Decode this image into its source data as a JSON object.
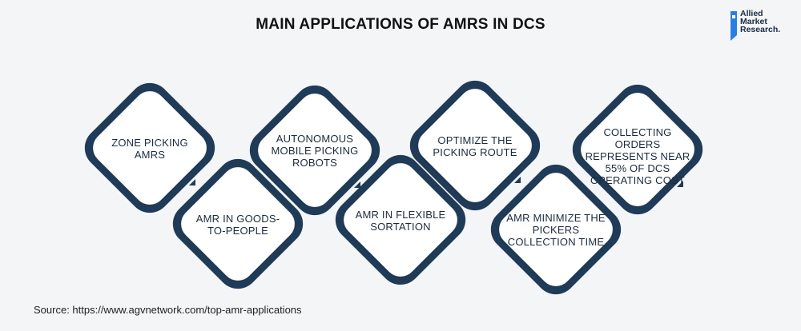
{
  "title": "MAIN APPLICATIONS OF AMRS IN DCS",
  "logo": {
    "line1": "Allied",
    "line2": "Market",
    "line3": "Research."
  },
  "items": [
    {
      "text": "ZONE PICKING AMRS"
    },
    {
      "text": "AMR IN GOODS-TO-PEOPLE"
    },
    {
      "text": "AUTONOMOUS MOBILE PICKING ROBOTS"
    },
    {
      "text": "AMR IN FLEXIBLE SORTATION"
    },
    {
      "text": "OPTIMIZE THE PICKING ROUTE"
    },
    {
      "text": "AMR MINIMIZE THE PICKERS COLLECTION TIME"
    },
    {
      "text": "COLLECTING ORDERS REPRESENTS NEAR 55% OF DCS OPERATING COST"
    }
  ],
  "source": "Source: https://www.agvnetwork.com/top-amr-applications",
  "colors": {
    "frame": "#1f3b57",
    "fill": "#ffffff",
    "background": "#f4f5f7"
  }
}
